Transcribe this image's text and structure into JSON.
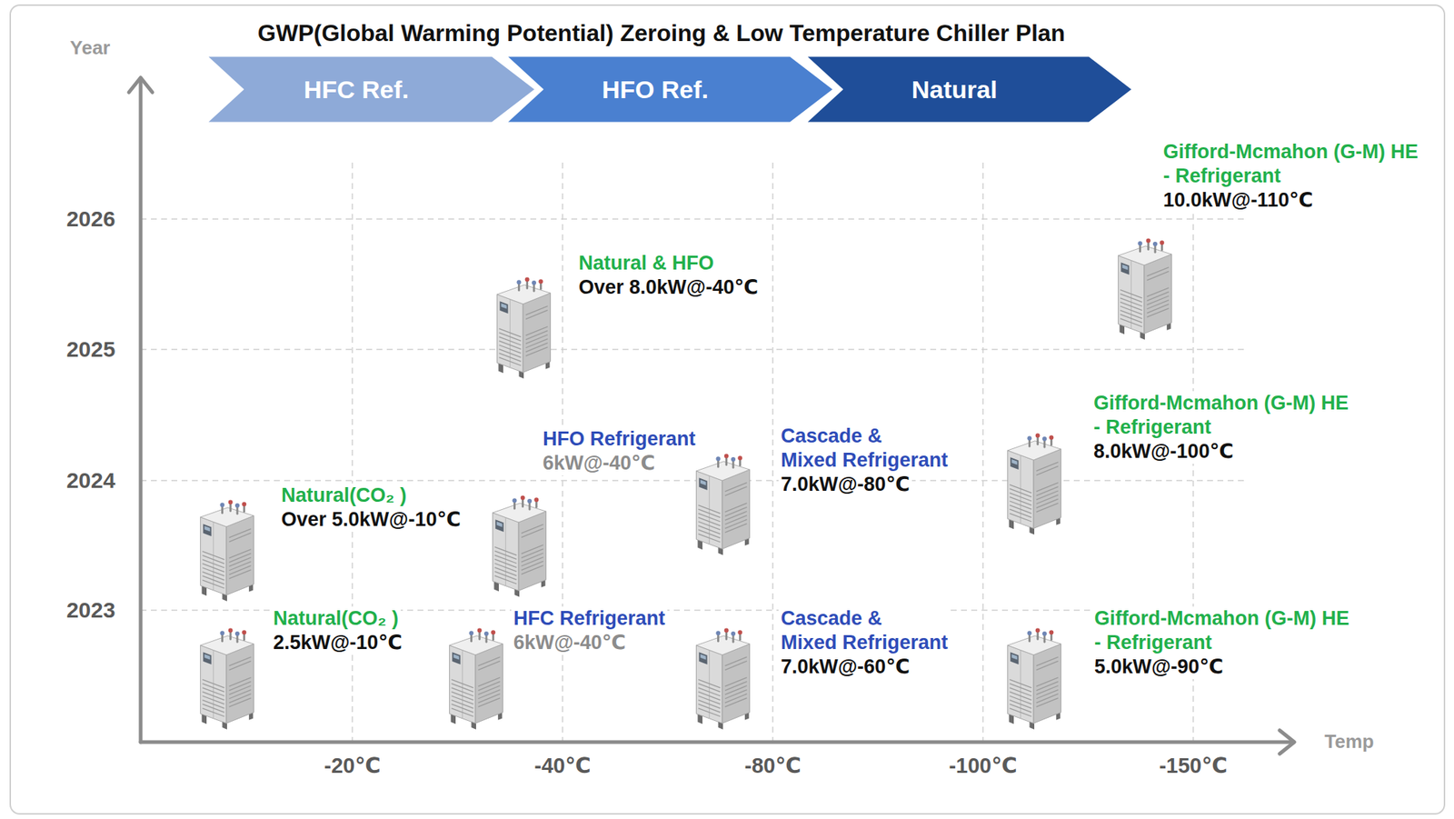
{
  "diagram": {
    "title": "GWP(Global Warming Potential) Zeroing & Low Temperature Chiller Plan",
    "nodes": [
      {
        "text": [
          "HFC Ref."
        ]
      },
      {
        "text": [
          "HFO Ref."
        ]
      },
      {
        "text": [
          "Natural"
        ]
      }
    ],
    "labels": [
      "Year",
      "2026",
      "2025",
      "2024",
      "2023",
      "Temp",
      "-20℃",
      "-40℃",
      "-80℃",
      "-100℃",
      "-150℃",
      "Gifford-Mcmahon (G-M) HE - Refrigerant",
      "10.0kW@-110℃",
      "Natural & HFO",
      "Over 8.0kW@-40℃",
      "HFO Refrigerant",
      "6kW@-40℃",
      "Cascade & Mixed Refrigerant",
      "7.0kW@-80℃",
      "Gifford-Mcmahon (G-M) HE - Refrigerant",
      "8.0kW@-100℃",
      "Natural(CO₂ )",
      "Over 5.0kW@-10℃",
      "Natural(CO₂ )",
      "2.5kW@-10℃",
      "HFC Refrigerant",
      "6kW@-40℃",
      "Cascade & Mixed Refrigerant",
      "7.0kW@-60℃",
      "Gifford-Mcmahon (G-M) HE - Refrigerant",
      "5.0kW@-90℃"
    ]
  }
}
